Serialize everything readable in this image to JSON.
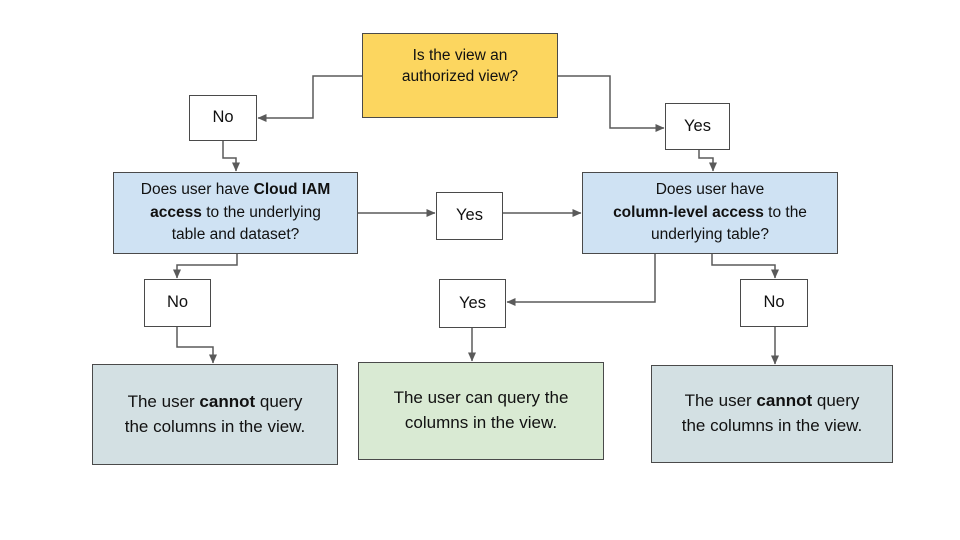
{
  "diagram_type": "flowchart",
  "topic": "Can a user query the columns in a view?",
  "colors": {
    "bg": "#ffffff",
    "text": "#111111",
    "border": "#4a4a4a",
    "wire": "#5a5a5a",
    "c-question": "#FCD65F",
    "c-decision": "#CFE2F3",
    "c-negative": "#D3E0E3",
    "c-positive": "#D9EAD3"
  },
  "nodes": {
    "question": {
      "lines": [
        [
          {
            "t": "Is the view an"
          }
        ],
        [
          {
            "t": "authorized view?"
          }
        ]
      ]
    },
    "no1": {
      "lines": [
        [
          {
            "t": "No"
          }
        ]
      ]
    },
    "yes1": {
      "lines": [
        [
          {
            "t": "Yes"
          }
        ]
      ]
    },
    "iam": {
      "lines": [
        [
          {
            "t": "Does user have "
          },
          {
            "t": "Cloud IAM",
            "b": true
          }
        ],
        [
          {
            "t": "access",
            "b": true
          },
          {
            "t": " to the underlying"
          }
        ],
        [
          {
            "t": "table and dataset?"
          }
        ]
      ]
    },
    "yes_mid": {
      "lines": [
        [
          {
            "t": "Yes"
          }
        ]
      ]
    },
    "col": {
      "lines": [
        [
          {
            "t": "Does user have"
          }
        ],
        [
          {
            "t": "column-level access",
            "b": true
          },
          {
            "t": " to the"
          }
        ],
        [
          {
            "t": "underlying table?"
          }
        ]
      ]
    },
    "no2": {
      "lines": [
        [
          {
            "t": "No"
          }
        ]
      ]
    },
    "yes3": {
      "lines": [
        [
          {
            "t": "Yes"
          }
        ]
      ]
    },
    "no3": {
      "lines": [
        [
          {
            "t": "No"
          }
        ]
      ]
    },
    "outcome_left": {
      "lines": [
        [
          {
            "t": "The user "
          },
          {
            "t": "cannot",
            "b": true
          },
          {
            "t": " query"
          }
        ],
        [
          {
            "t": "the columns in the view."
          }
        ]
      ]
    },
    "outcome_center": {
      "lines": [
        [
          {
            "t": "The user can query the"
          }
        ],
        [
          {
            "t": "columns in the view."
          }
        ]
      ]
    },
    "outcome_right": {
      "lines": [
        [
          {
            "t": "The user "
          },
          {
            "t": "cannot",
            "b": true
          },
          {
            "t": " query"
          }
        ],
        [
          {
            "t": "the columns in the view."
          }
        ]
      ]
    }
  },
  "edges": [
    {
      "from": "question",
      "to": "no1"
    },
    {
      "from": "question",
      "to": "yes1"
    },
    {
      "from": "no1",
      "to": "iam"
    },
    {
      "from": "yes1",
      "to": "col"
    },
    {
      "from": "iam",
      "to": "yes_mid"
    },
    {
      "from": "yes_mid",
      "to": "col"
    },
    {
      "from": "iam",
      "to": "no2"
    },
    {
      "from": "col",
      "to": "yes3"
    },
    {
      "from": "col",
      "to": "no3"
    },
    {
      "from": "no2",
      "to": "outcome_left"
    },
    {
      "from": "yes3",
      "to": "outcome_center"
    },
    {
      "from": "no3",
      "to": "outcome_right"
    }
  ]
}
